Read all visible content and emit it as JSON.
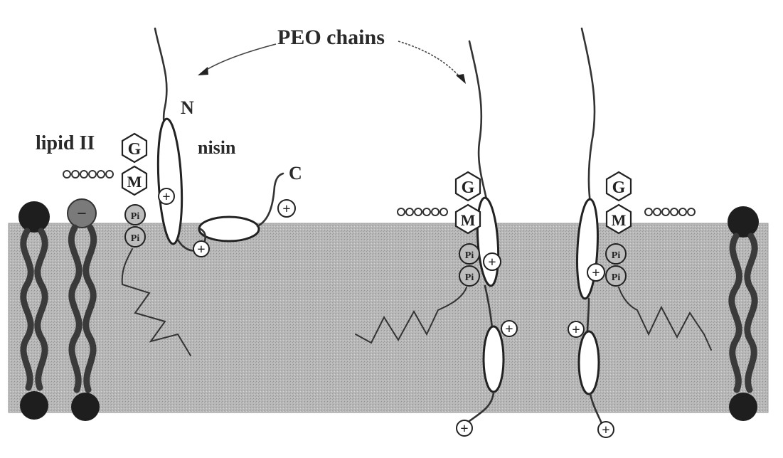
{
  "labels": {
    "peo_chains": "PEO chains",
    "lipid_ii": "lipid II",
    "nisin": "nisin",
    "n_terminus": "N",
    "c_terminus": "C"
  },
  "ring_labels": {
    "g": "G",
    "m": "M",
    "pi": "Pi",
    "plus": "+",
    "minus": "−"
  },
  "colors": {
    "membrane": "#b4b4b4",
    "lipid_head": "#1e1e1e",
    "chain_stroke": "#333333"
  }
}
